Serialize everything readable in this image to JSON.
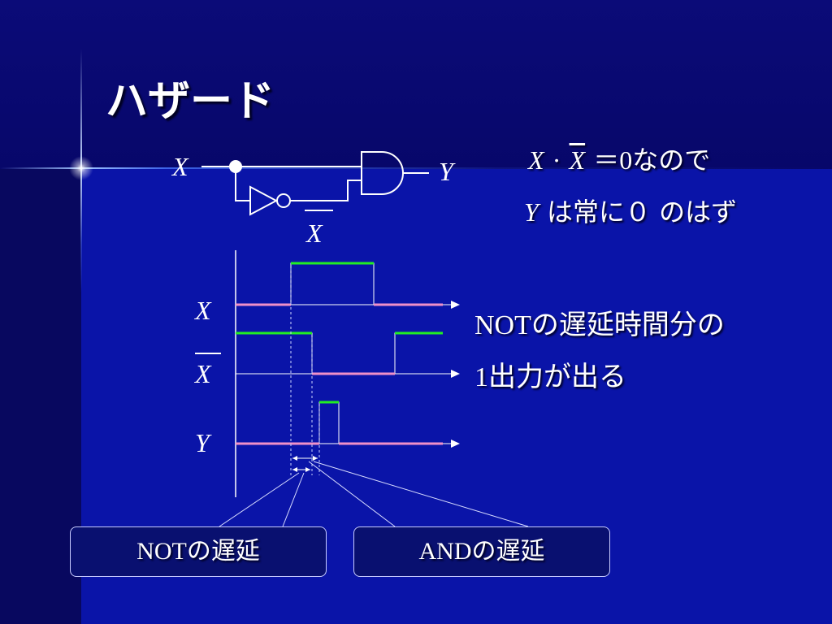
{
  "slide": {
    "title": "ハザード",
    "formula": {
      "x": "X",
      "dot": "·",
      "xbar": "X",
      "eq": "＝",
      "zero": "0",
      "tail": "なので"
    },
    "statement": {
      "y": "Y",
      "text1": " は常に",
      "zero": "０",
      "text2": " のはず"
    },
    "note": {
      "line1_not": "NOT",
      "line1_rest": "の遅延時間分の",
      "line2_one": "1",
      "line2_rest": "出力が出る"
    },
    "callout_not": {
      "prefix": "NOT",
      "suffix": "の遅延"
    },
    "callout_and": {
      "prefix": "AND",
      "suffix": "の遅延"
    }
  },
  "circuit": {
    "input_label": "X",
    "output_label": "Y",
    "inverted_label": "X"
  },
  "timing": {
    "signals": [
      {
        "name": "X",
        "overline": false
      },
      {
        "name": "X",
        "overline": true
      },
      {
        "name": "Y",
        "overline": false
      }
    ],
    "colors": {
      "high": "#22ee22",
      "low": "#f090c8",
      "wire": "#ffffff"
    }
  },
  "colors": {
    "background": "#08086e",
    "panel": "#0a14a8",
    "text": "#ffffff"
  }
}
